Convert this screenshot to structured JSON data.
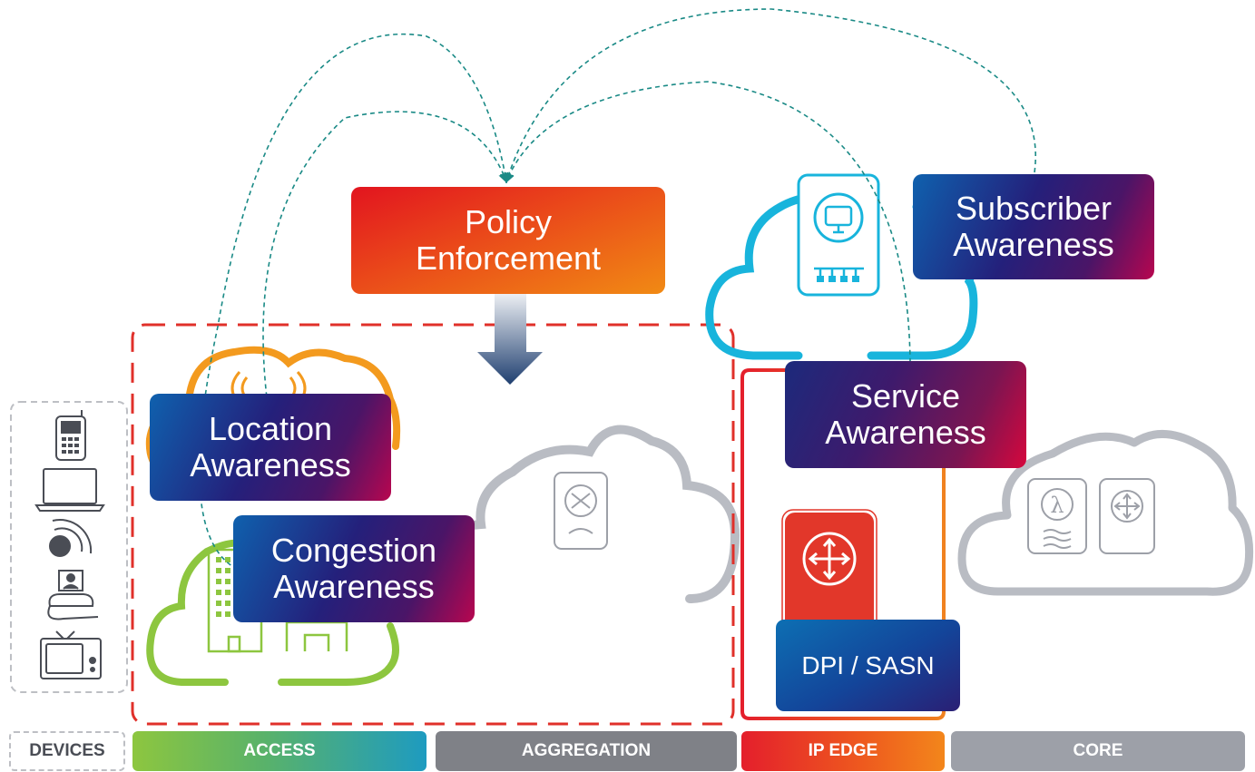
{
  "boxes": {
    "policy": [
      "Policy",
      "Enforcement"
    ],
    "location": [
      "Location",
      "Awareness"
    ],
    "congestion": [
      "Congestion",
      "Awareness"
    ],
    "subscriber": [
      "Subscriber",
      "Awareness"
    ],
    "service": [
      "Service",
      "Awareness"
    ],
    "dpi": "DPI / SASN"
  },
  "segments": {
    "devices": "DEVICES",
    "access": "ACCESS",
    "aggregation": "AGGREGATION",
    "ip_edge": "IP EDGE",
    "core": "CORE"
  },
  "colors": {
    "teal_dashed": "#1a8a86",
    "access_red_dashed": "#e0302a",
    "orange_cloud": "#f39a1e",
    "green_cloud": "#8dc63f",
    "blue_cloud": "#18b4dc",
    "gray_cloud": "#b9bcc3",
    "ip_edge_red": "#e41f2c",
    "ip_edge_orange": "#f08220"
  },
  "icons": [
    "mobile-phone-icon",
    "laptop-icon",
    "wireless-signal-icon",
    "video-phone-icon",
    "television-icon",
    "wifi-tower-icon",
    "building-icon",
    "switch-icon",
    "server-monitor-icon",
    "router-icon",
    "lambda-icon",
    "core-router-icon"
  ]
}
